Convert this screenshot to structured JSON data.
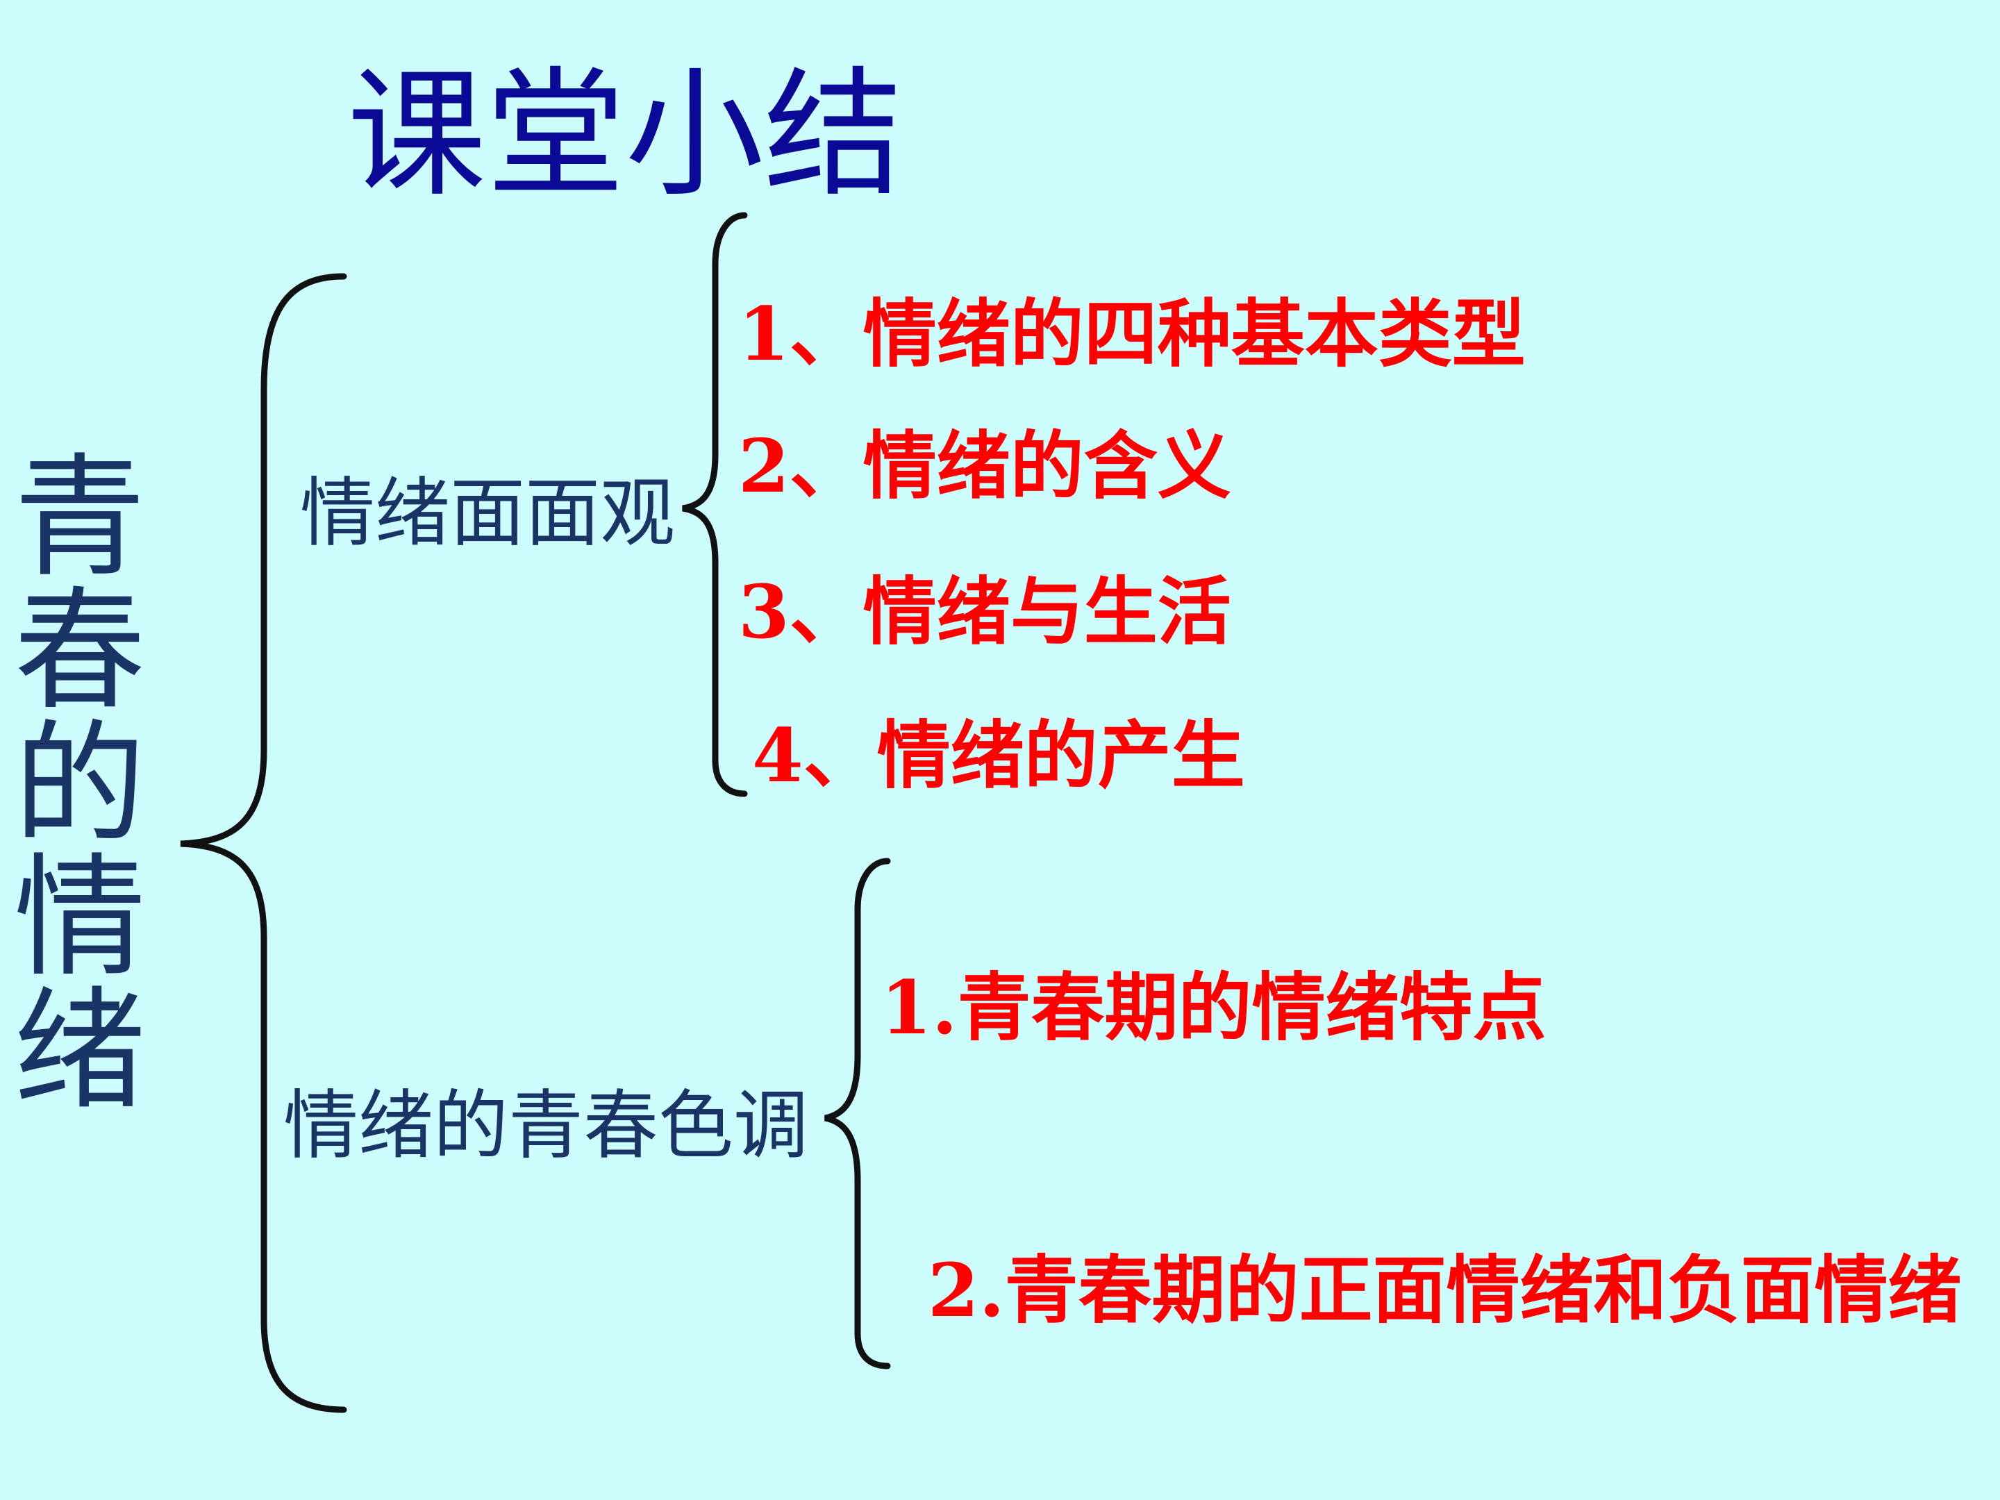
{
  "title": "课堂小结",
  "root": "青春的情绪",
  "branches": [
    {
      "label": "情绪面面观",
      "items": [
        "1、情绪的四种基本类型",
        "2、情绪的含义",
        "3、情绪与生活",
        "4、情绪的产生"
      ]
    },
    {
      "label": "情绪的青春色调",
      "items": [
        "1.青春期的情绪特点",
        "2.青春期的正面情绪和负面情绪"
      ]
    }
  ],
  "colors": {
    "background": "#ccfcfc",
    "title": "#0a0a96",
    "node": "#1a3565",
    "leaf": "#ff0000",
    "brace": "#111111"
  }
}
